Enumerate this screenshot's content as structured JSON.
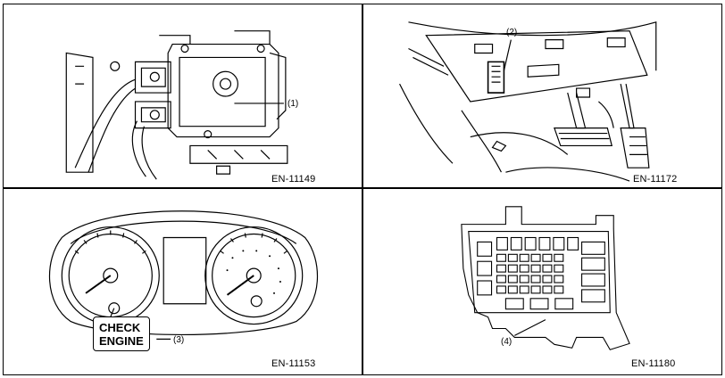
{
  "panels": [
    {
      "code": "EN-11149",
      "callouts": [
        "(1)"
      ]
    },
    {
      "code": "EN-11172",
      "callouts": [
        "(2)"
      ]
    },
    {
      "code": "EN-11153",
      "callouts": [
        "(3)"
      ],
      "warning": {
        "line1": "CHECK",
        "line2": "ENGINE"
      }
    },
    {
      "code": "EN-11180",
      "callouts": [
        "(4)"
      ]
    }
  ]
}
